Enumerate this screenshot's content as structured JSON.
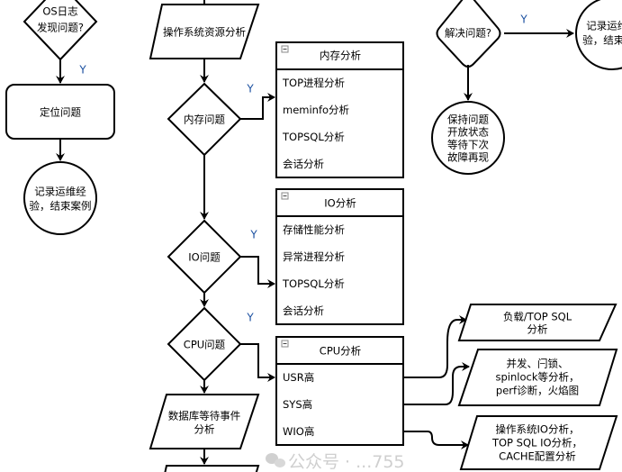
{
  "left": {
    "os_log_decision": [
      "OS日志",
      "发现问题?"
    ],
    "yes_label": "Y",
    "locate_problem": "定位问题",
    "record_end": [
      "记录运维经",
      "验，结束案例"
    ]
  },
  "middle": {
    "os_resource_analysis": "操作系统资源分析",
    "memory_decision": "内存问题",
    "io_decision": "IO问题",
    "cpu_decision": "CPU问题",
    "db_wait_events": [
      "数据库等待事件",
      "分析"
    ],
    "yes_label": "Y"
  },
  "tables": {
    "memory": {
      "title": "内存分析",
      "rows": [
        "TOP进程分析",
        "meminfo分析",
        "TOPSQL分析",
        "会话分析"
      ]
    },
    "io": {
      "title": "IO分析",
      "rows": [
        "存储性能分析",
        "异常进程分析",
        "TOPSQL分析",
        "会话分析"
      ]
    },
    "cpu": {
      "title": "CPU分析",
      "rows": [
        "USR高",
        "SYS高",
        "WIO高"
      ]
    }
  },
  "right": {
    "solved_decision": "解决问题?",
    "yes_label": "Y",
    "record_end": [
      "记录运维经",
      "验，结束案"
    ],
    "keep_open": [
      "保持问题",
      "开放状态",
      "等待下次",
      "故障再现"
    ],
    "usr_analysis": [
      "负载/TOP SQL",
      "分析"
    ],
    "sys_analysis": [
      "并发、闩锁、",
      "spinlock等分析，",
      "perf诊断，火焰图"
    ],
    "wio_analysis": [
      "操作系统IO分析，",
      "TOP SQL IO分析，",
      "CACHE配置分析"
    ]
  },
  "watermark": "公众号 · ...755"
}
